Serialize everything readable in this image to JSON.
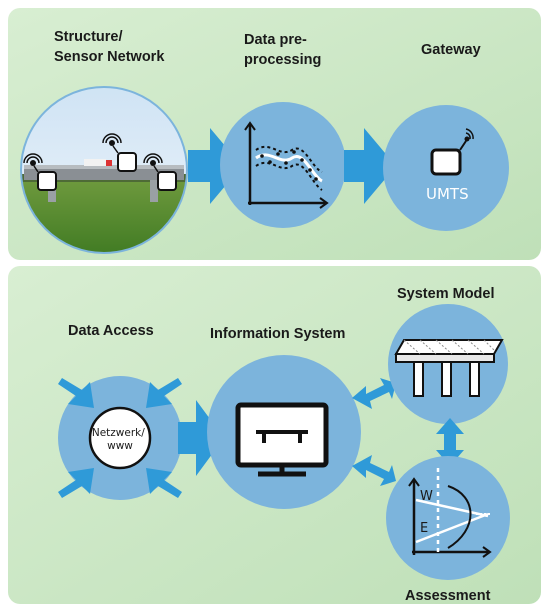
{
  "top_panel": {
    "structure_title_line1": "Structure/",
    "structure_title_line2": "Sensor Network",
    "preprocessing_title_line1": "Data pre-",
    "preprocessing_title_line2": "processing",
    "gateway_title": "Gateway",
    "gateway_label": "UMTS"
  },
  "bottom_panel": {
    "data_access_title": "Data Access",
    "network_label_line1": "Netzwerk/",
    "network_label_line2": "www",
    "information_system_title": "Information System",
    "system_model_title": "System Model",
    "assessment_title": "Assessment",
    "chart_label_w": "W",
    "chart_label_e": "E"
  },
  "colors": {
    "panel_background": "#c9e6c4",
    "circle_fill": "#7cb4dc",
    "arrow_fill": "#2f9ad8"
  }
}
